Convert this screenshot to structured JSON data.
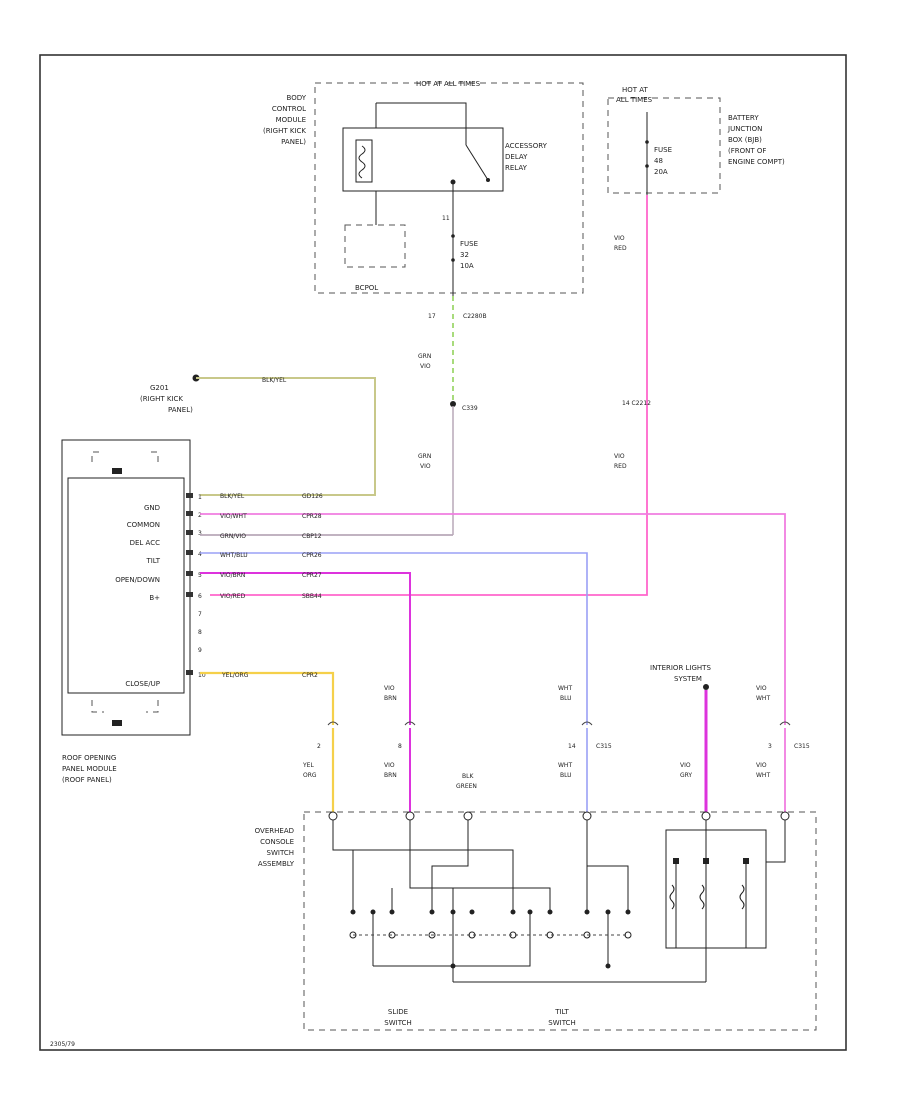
{
  "bcm": {
    "title": "HOT AT ALL TIMES",
    "name": [
      "BODY",
      "CONTROL",
      "MODULE",
      "(RIGHT KICK",
      "PANEL)"
    ],
    "relay": [
      "ACCESSORY",
      "DELAY",
      "RELAY"
    ],
    "fuse": [
      "FUSE",
      "32",
      "10A"
    ],
    "connector": "BCPOL",
    "pin": "11",
    "out_pin": "17",
    "out_conn": "C2280B"
  },
  "bjb": {
    "title": [
      "HOT AT",
      "ALL TIMES"
    ],
    "name": [
      "BATTERY",
      "JUNCTION",
      "BOX (BJB)",
      "(FRONT OF",
      "ENGINE COMPT)"
    ],
    "fuse": [
      "FUSE",
      "48",
      "20A"
    ]
  },
  "wires": {
    "bcm_out_color": [
      "GRN",
      "VIO"
    ],
    "bcm_out_code": "VIO",
    "splice": "C339",
    "bjb_code": [
      "VIO",
      "RED"
    ],
    "bjb_code2": [
      "VIO",
      "RED"
    ],
    "bjb_conn": "14  C2212",
    "bjb_out_color": [
      "VIO",
      "RED"
    ],
    "ground_wire": "BLK/YEL",
    "yellow_wire": "YEL/ORG"
  },
  "ground": {
    "label": [
      "G201",
      "(RIGHT KICK",
      "PANEL)"
    ]
  },
  "module": {
    "pins": [
      "GND",
      "COMMON",
      "DEL ACC",
      "TILT",
      "OPEN/DOWN",
      "B+",
      "",
      "",
      "CLOSE/UP"
    ],
    "pin_nums": [
      "1",
      "2",
      "3",
      "4",
      "5",
      "6",
      "7",
      "8",
      "9",
      "10"
    ],
    "wire_colors": [
      "BLK/YEL",
      "VIO/WHT",
      "GRN/VIO",
      "WHT/BLU",
      "VIO/BRN",
      "VIO/RED",
      "YEL/ORG"
    ],
    "circuits": [
      "GD126",
      "CPR28",
      "CBP12",
      "CPR26",
      "CPR27",
      "SBB44",
      "CPR2"
    ],
    "name": [
      "ROOF OPENING",
      "PANEL MODULE",
      "(ROOF PANEL)"
    ]
  },
  "lower": {
    "w1": [
      "VIO",
      "BRN"
    ],
    "w1b": [
      "VIO",
      "BRN"
    ],
    "w1_pin": "8",
    "yel": [
      "YEL",
      "ORG"
    ],
    "yel_pin": "2",
    "blu": [
      "WHT",
      "BLU"
    ],
    "blu_pin": "14",
    "blu_conn": "C315",
    "blu_b": [
      "WHT",
      "BLU"
    ],
    "gray": [
      "BLK",
      "GREEN"
    ],
    "ils": [
      "INTERIOR LIGHTS",
      "SYSTEM"
    ],
    "gry": [
      "VIO",
      "GRY"
    ],
    "wht": [
      "VIO",
      "WHT"
    ],
    "wht_pin": "3",
    "wht_conn": "C315",
    "wht_b": [
      "VIO",
      "WHT"
    ]
  },
  "console": {
    "name": [
      "OVERHEAD",
      "CONSOLE",
      "SWITCH",
      "ASSEMBLY"
    ],
    "slide": [
      "SLIDE",
      "SWITCH"
    ],
    "tilt": [
      "TILT",
      "SWITCH"
    ]
  },
  "footer_code": "2305/79",
  "colors": {
    "pink": "#ff66cc",
    "lightpink": "#f07de0",
    "green": "#8ccf50",
    "olive": "#c8c88a",
    "blue": "#9aa0f5",
    "yellow": "#f5d04a",
    "violet": "#dd33dd",
    "gray": "#b8a8b8"
  }
}
